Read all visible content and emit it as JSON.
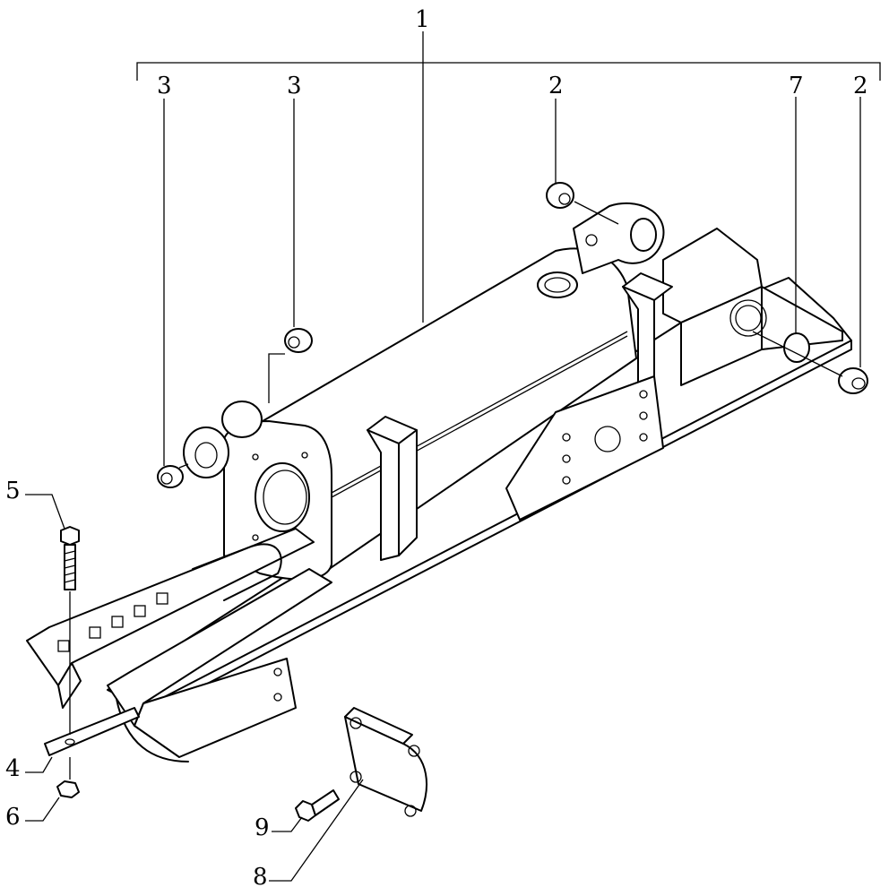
{
  "callouts": [
    {
      "id": "c1",
      "label": "1"
    },
    {
      "id": "c3a",
      "label": "3"
    },
    {
      "id": "c3b",
      "label": "3"
    },
    {
      "id": "c2a",
      "label": "2"
    },
    {
      "id": "c7",
      "label": "7"
    },
    {
      "id": "c2b",
      "label": "2"
    },
    {
      "id": "c5",
      "label": "5"
    },
    {
      "id": "c4",
      "label": "4"
    },
    {
      "id": "c6",
      "label": "6"
    },
    {
      "id": "c9",
      "label": "9"
    },
    {
      "id": "c8",
      "label": "8"
    }
  ]
}
